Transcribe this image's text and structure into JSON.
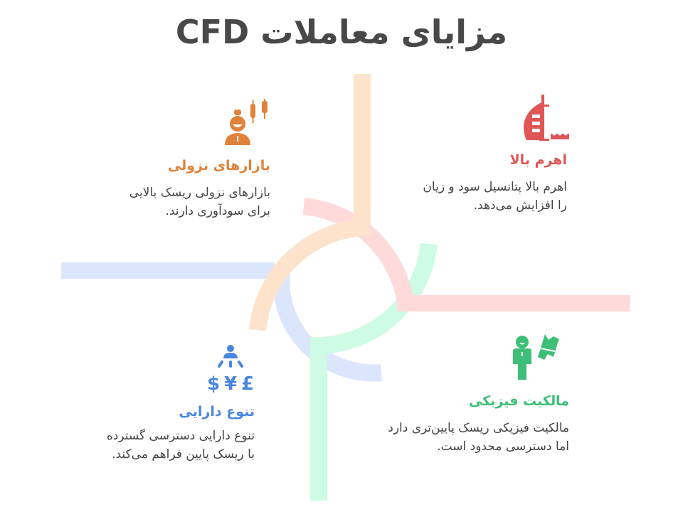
{
  "title": "مزایای معاملات CFD",
  "colors": {
    "title": "#484848",
    "orange": "#e0823a",
    "red": "#e05656",
    "green": "#3dbf78",
    "blue": "#4a86e0",
    "orange_light": "#fde3cb",
    "red_light": "#fedada",
    "green_light": "#cdfbe3",
    "blue_light": "#dbe6fd"
  },
  "sections": [
    {
      "id": "bearish-markets",
      "icon": "trader-candlestick-icon",
      "heading": "بازارهای نزولی",
      "desc_line1": "بازارهای نزولی ریسک بالایی",
      "desc_line2": "برای سودآوری دارند."
    },
    {
      "id": "high-leverage",
      "icon": "burj-al-arab-icon",
      "heading": "اهرم بالا",
      "desc_line1": "اهرم بالا پتانسیل سود و زیان",
      "desc_line2": "را افزایش می‌دهد."
    },
    {
      "id": "physical-ownership",
      "icon": "person-ticket-icon",
      "heading": "مالکیت فیزیکی",
      "desc_line1": "مالکیت فیزیکی ریسک پایین‌تری دارد",
      "desc_line2": "اما دسترسی محدود است."
    },
    {
      "id": "asset-diversity",
      "icon": "currency-diversity-icon",
      "heading": "تنوع دارایی",
      "desc_line1": "تنوع دارایی دسترسی گسترده",
      "desc_line2": "با ریسک پایین فراهم می‌کند."
    }
  ]
}
